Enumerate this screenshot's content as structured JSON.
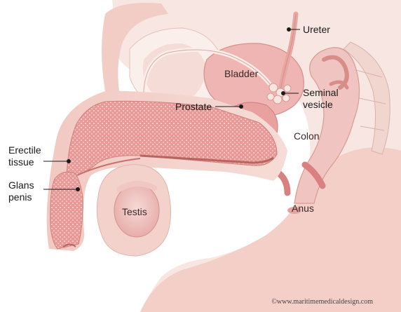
{
  "labels": {
    "ureter": "Ureter",
    "bladder": "Bladder",
    "seminal_vesicle_line1": "Seminal",
    "seminal_vesicle_line2": "vesicle",
    "prostate": "Prostate",
    "colon": "Colon",
    "erectile_line1": "Erectile",
    "erectile_line2": "tissue",
    "glans_line1": "Glans",
    "glans_line2": "penis",
    "testis": "Testis",
    "anus": "Anus"
  },
  "credit": "©www.maritimemedicaldesign.com",
  "colors": {
    "skin": "#f3cfc8",
    "skin_dark": "#e8b3ab",
    "pelvis": "#f7e4e0",
    "organ": "#e9a6a6",
    "organ_dark": "#d98383",
    "tissue": "#eaa9a2",
    "outline": "#c98a86"
  }
}
